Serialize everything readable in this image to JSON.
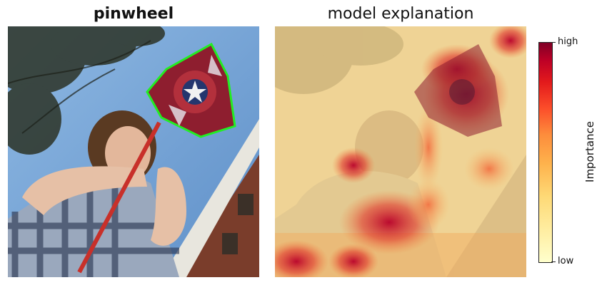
{
  "left_panel": {
    "title": "pinwheel"
  },
  "right_panel": {
    "title": "model explanation"
  },
  "colorbar": {
    "label": "Importance",
    "high_label": "high",
    "low_label": "low",
    "colormap": "YlOrRd",
    "low_color": "#ffffcc",
    "high_color": "#800026"
  },
  "highlight_color": "#22ee22"
}
